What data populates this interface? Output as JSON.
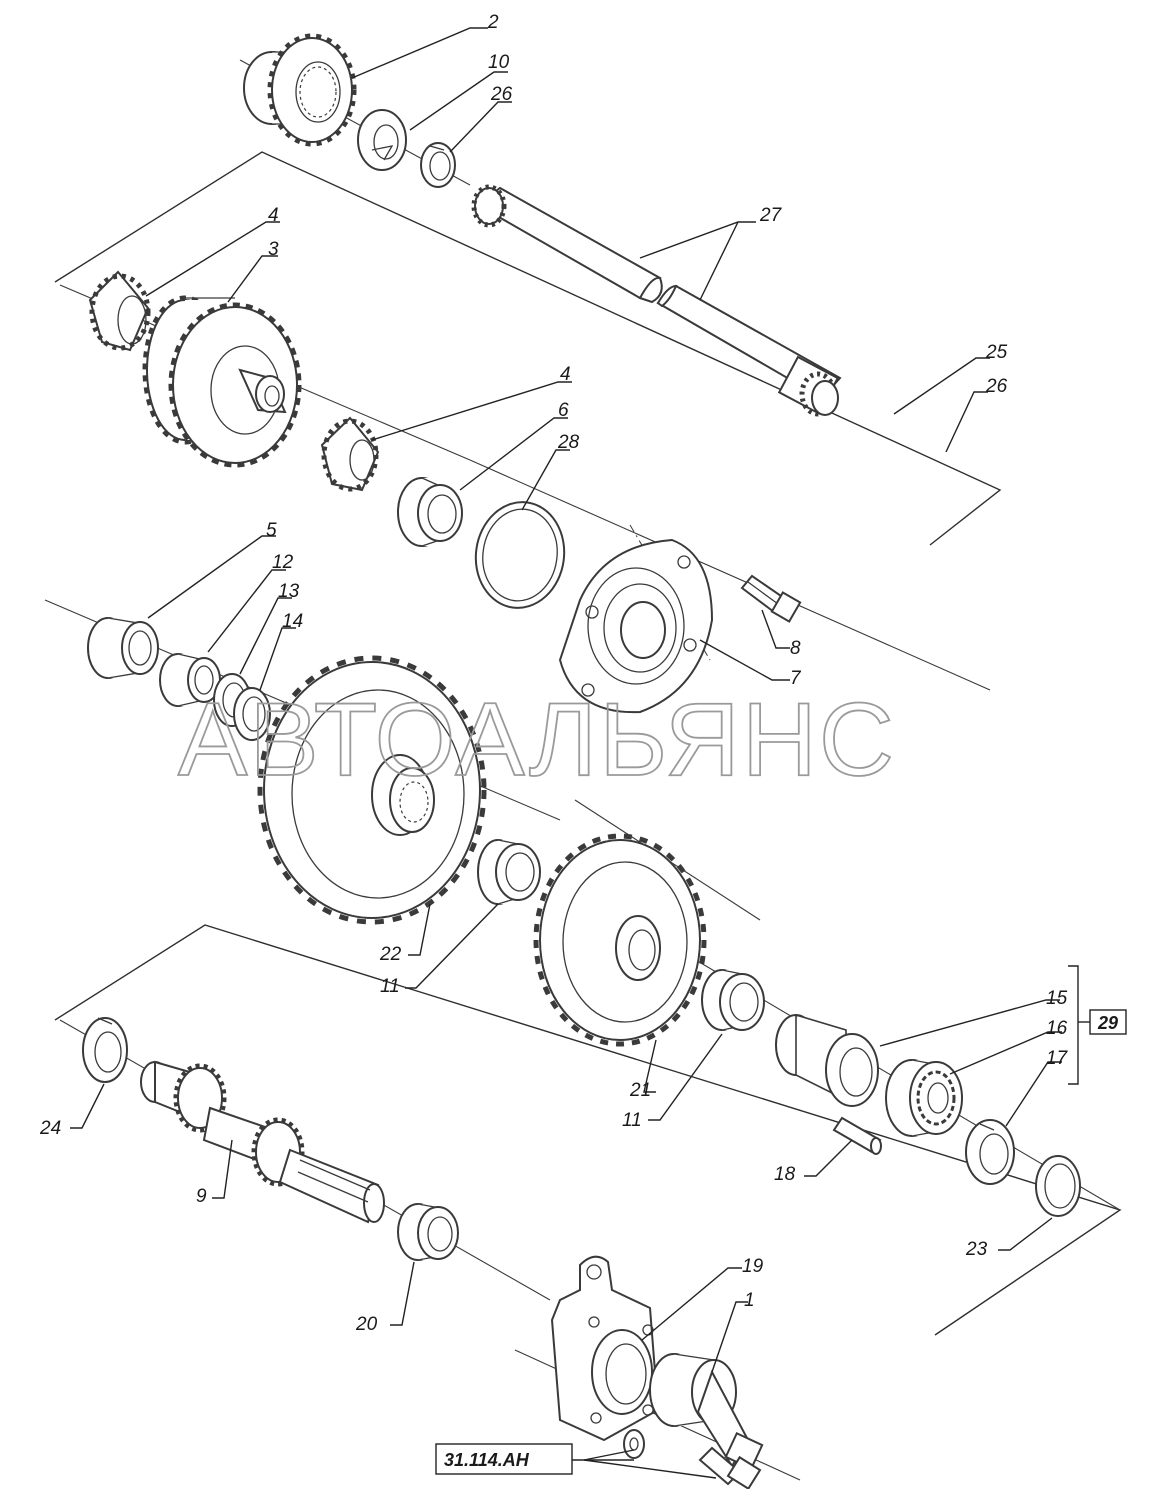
{
  "watermark": "АВТОАЛЬЯНС",
  "callouts": [
    {
      "id": "c2",
      "text": "2"
    },
    {
      "id": "c10",
      "text": "10"
    },
    {
      "id": "c26a",
      "text": "26"
    },
    {
      "id": "c27",
      "text": "27"
    },
    {
      "id": "c4a",
      "text": "4"
    },
    {
      "id": "c3",
      "text": "3"
    },
    {
      "id": "c4b",
      "text": "4"
    },
    {
      "id": "c6",
      "text": "6"
    },
    {
      "id": "c28",
      "text": "28"
    },
    {
      "id": "c25",
      "text": "25"
    },
    {
      "id": "c26b",
      "text": "26"
    },
    {
      "id": "c5",
      "text": "5"
    },
    {
      "id": "c12",
      "text": "12"
    },
    {
      "id": "c13",
      "text": "13"
    },
    {
      "id": "c14",
      "text": "14"
    },
    {
      "id": "c8",
      "text": "8"
    },
    {
      "id": "c7",
      "text": "7"
    },
    {
      "id": "c22",
      "text": "22"
    },
    {
      "id": "c11a",
      "text": "11"
    },
    {
      "id": "c15",
      "text": "15"
    },
    {
      "id": "c16",
      "text": "16"
    },
    {
      "id": "c17",
      "text": "17"
    },
    {
      "id": "c21",
      "text": "21"
    },
    {
      "id": "c11b",
      "text": "11"
    },
    {
      "id": "c24",
      "text": "24"
    },
    {
      "id": "c9",
      "text": "9"
    },
    {
      "id": "c18",
      "text": "18"
    },
    {
      "id": "c23",
      "text": "23"
    },
    {
      "id": "c20",
      "text": "20"
    },
    {
      "id": "c19",
      "text": "19"
    },
    {
      "id": "c1",
      "text": "1"
    }
  ],
  "assembly_box": "29",
  "reference_box": "31.114.AH"
}
